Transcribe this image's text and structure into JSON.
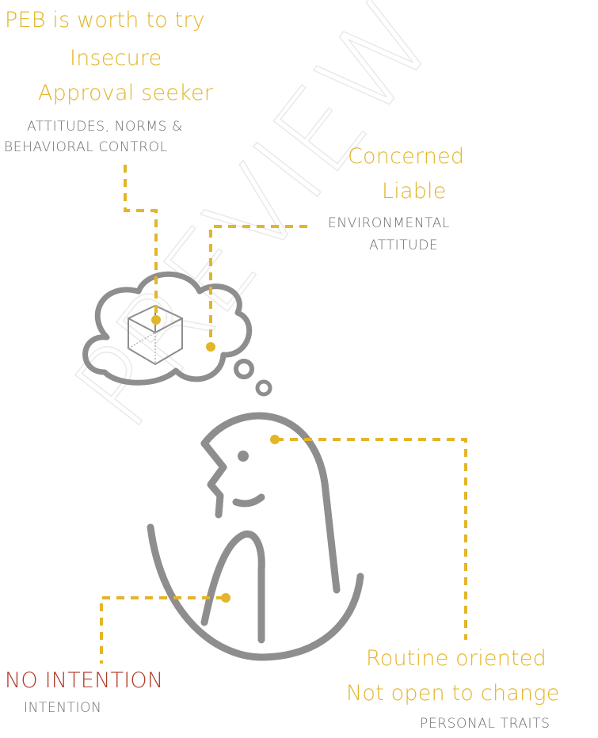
{
  "watermark": "PREVIEW",
  "groups": {
    "attitudes": {
      "values": [
        "PEB is worth to try",
        "Insecure",
        "Approval seeker"
      ],
      "category": [
        "ATTITUDES, NORMS &",
        "BEHAVIORAL CONTROL"
      ]
    },
    "environmental": {
      "values": [
        "Concerned",
        "Liable"
      ],
      "category": [
        "ENVIRONMENTAL",
        "ATTITUDE"
      ]
    },
    "intention": {
      "value": "NO INTENTION",
      "category": "INTENTION"
    },
    "personal": {
      "values": [
        "Routine oriented",
        "Not open to change"
      ],
      "category": "PERSONAL TRAITS"
    }
  },
  "colors": {
    "gold": "#E3B528",
    "red": "#B23A2A",
    "figure_grey": "#8f8d8e",
    "text_grey": "#6e6e6e"
  }
}
